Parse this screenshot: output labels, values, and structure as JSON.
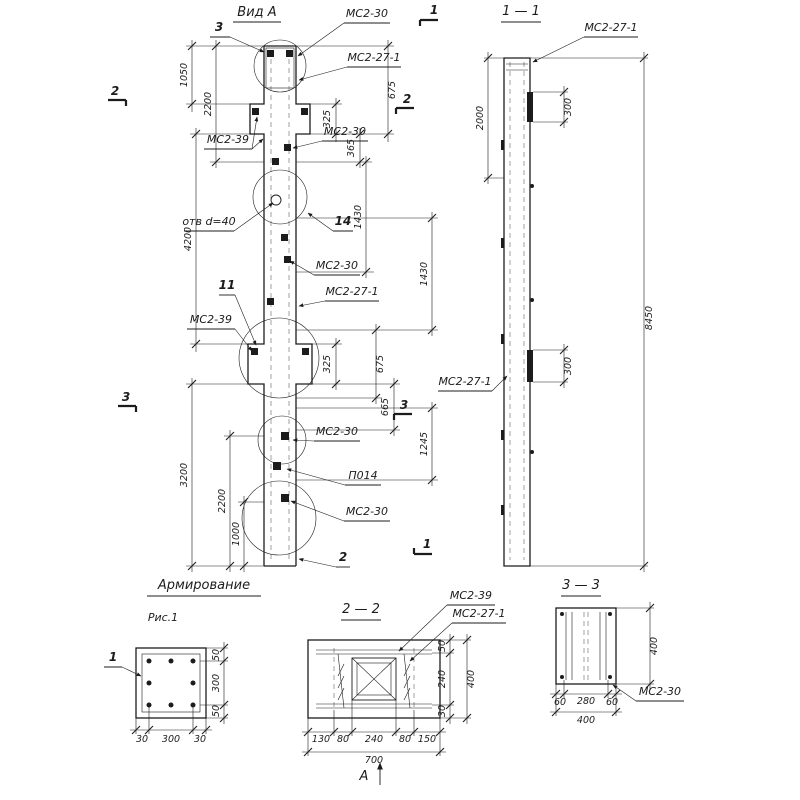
{
  "drawing": {
    "colors": {
      "ink": "#1c1c1c",
      "paper": "#ffffff"
    },
    "titles": {
      "view_a": "Вид А",
      "section_1_1": "1 — 1",
      "section_2_2": "2 — 2",
      "section_3_3": "3 — 3",
      "reinforcement": "Армирование",
      "figure_1": "Рис.1",
      "view_arrow_a": "А"
    },
    "part_labels": {
      "mc2_30": "МС2-30",
      "mc2_27_1": "МС2-27-1",
      "mc2_39": "МС2-39",
      "po14": "П014",
      "hole": "отв d=40"
    },
    "item_marks": {
      "m1": "1",
      "m2": "2",
      "m3": "3",
      "m11": "11",
      "m14": "14"
    },
    "dims": {
      "d30": "30",
      "d50": "50",
      "d60": "60",
      "d80": "80",
      "d130": "130",
      "d150": "150",
      "d240": "240",
      "d280": "280",
      "d300": "300",
      "d325": "325",
      "d365": "365",
      "d400": "400",
      "d665": "665",
      "d675": "675",
      "d700": "700",
      "d1000": "1000",
      "d1050": "1050",
      "d1245": "1245",
      "d1430": "1430",
      "d2000": "2000",
      "d2200": "2200",
      "d3200": "3200",
      "d4200": "4200",
      "d8450": "8450"
    }
  }
}
